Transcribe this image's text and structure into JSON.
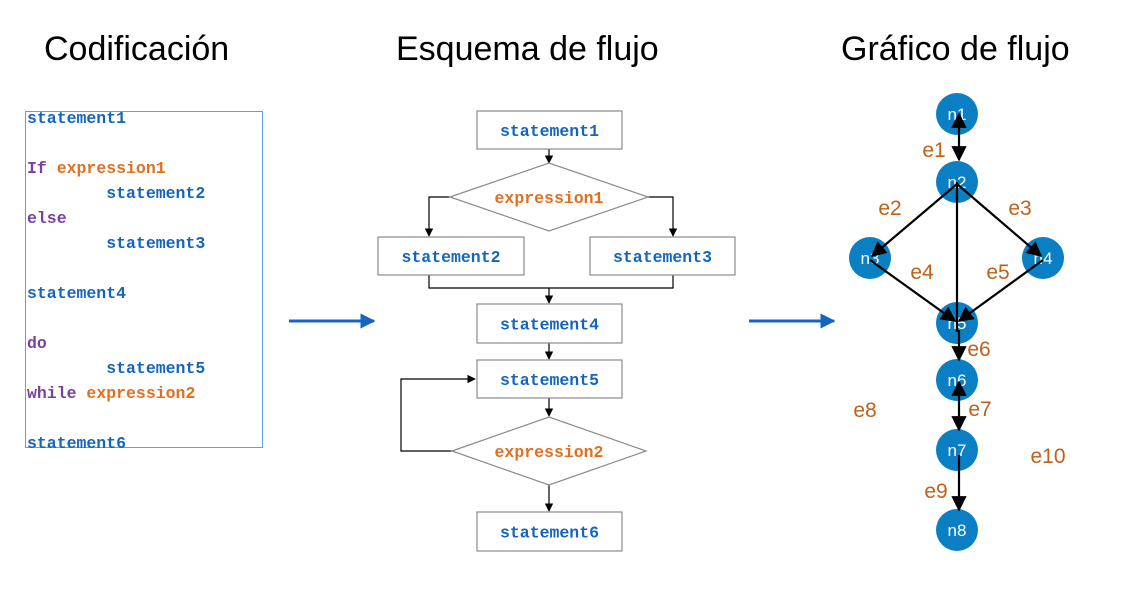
{
  "titles": {
    "code": "Codificación",
    "flowchart": "Esquema de flujo",
    "flowgraph": "Gráfico de flujo"
  },
  "code": {
    "lines": [
      {
        "parts": [
          {
            "text": "statement1",
            "kind": "stmt"
          }
        ]
      },
      {
        "parts": [
          {
            "text": "If ",
            "kind": "kw"
          },
          {
            "text": "expression1",
            "kind": "expr"
          }
        ]
      },
      {
        "parts": [
          {
            "text": "        statement2",
            "kind": "stmt"
          }
        ]
      },
      {
        "parts": [
          {
            "text": "else",
            "kind": "kw"
          }
        ]
      },
      {
        "parts": [
          {
            "text": "        statement3",
            "kind": "stmt"
          }
        ]
      },
      {
        "parts": [
          {
            "text": "statement4",
            "kind": "stmt"
          }
        ]
      },
      {
        "parts": [
          {
            "text": "do",
            "kind": "kw"
          }
        ]
      },
      {
        "parts": [
          {
            "text": "        statement5",
            "kind": "stmt"
          }
        ]
      },
      {
        "parts": [
          {
            "text": "while ",
            "kind": "kw"
          },
          {
            "text": "expression2",
            "kind": "expr"
          }
        ]
      },
      {
        "parts": [
          {
            "text": "statement6",
            "kind": "stmt"
          }
        ]
      }
    ]
  },
  "flowchart": {
    "statements": [
      "statement1",
      "statement2",
      "statement3",
      "statement4",
      "statement5",
      "statement6"
    ],
    "decisions": [
      "expression1",
      "expression2"
    ]
  },
  "flowgraph": {
    "nodes": [
      "n1",
      "n2",
      "n3",
      "n4",
      "n5",
      "n6",
      "n7",
      "n8"
    ],
    "edges": [
      {
        "label": "e1",
        "from": "n1",
        "to": "n2"
      },
      {
        "label": "e2",
        "from": "n2",
        "to": "n3"
      },
      {
        "label": "e3",
        "from": "n2",
        "to": "n4"
      },
      {
        "label": "e4",
        "from": "n3",
        "to": "n5"
      },
      {
        "label": "e5",
        "from": "n4",
        "to": "n5"
      },
      {
        "label": "e6",
        "from": "n5",
        "to": "n6"
      },
      {
        "label": "e7",
        "from": "n6",
        "to": "n7"
      },
      {
        "label": "e8",
        "from": "n7",
        "to": "n6"
      },
      {
        "label": "e9",
        "from": "n7",
        "to": "n8"
      },
      {
        "label": "e10",
        "from": "n2",
        "to": "n5"
      }
    ]
  },
  "colors": {
    "keyword": "#7b3f9e",
    "expression": "#e07020",
    "statement": "#1565c0",
    "node_fill": "#0a7fc4",
    "edge_label": "#c0601a",
    "transition_arrow": "#1565c0",
    "code_box_border": "#5ba3e0"
  }
}
